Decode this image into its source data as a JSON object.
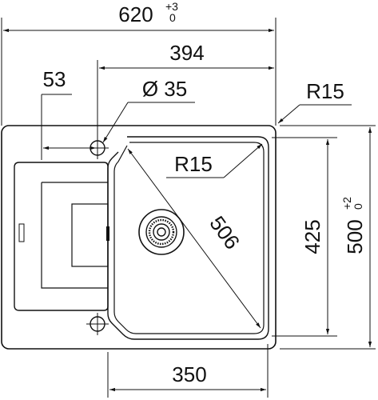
{
  "drawing": {
    "overall_width": {
      "value": "620",
      "tol_upper": "+3",
      "tol_lower": "0"
    },
    "bowl_offset": {
      "value": "394"
    },
    "edge_to_hole": {
      "value": "53"
    },
    "hole_diameter": {
      "value": "Ø 35"
    },
    "outer_radius": {
      "value": "R15"
    },
    "bowl_radius": {
      "value": "R15"
    },
    "bowl_diagonal": {
      "value": "506"
    },
    "bowl_depth": {
      "value": "425"
    },
    "overall_depth": {
      "value": "500",
      "tol_upper": "+2",
      "tol_lower": "0"
    },
    "bowl_width": {
      "value": "350"
    }
  }
}
